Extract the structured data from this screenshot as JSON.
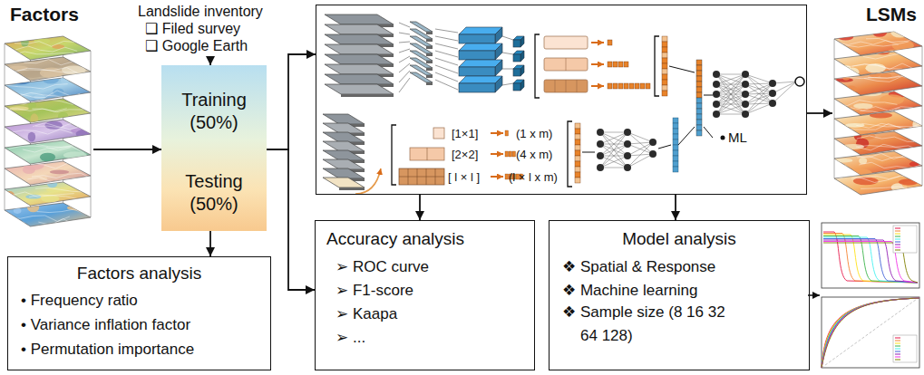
{
  "diagram": {
    "nodes": [
      {
        "text": [
          "Factors"
        ]
      },
      {
        "text": [
          "Landslide inventory",
          "❑ Filed survey",
          "❑ Google Earth"
        ]
      },
      {
        "text": [
          "Training (50%)",
          "Testing (50%)"
        ]
      },
      {
        "text": [
          "[1×1]",
          "(1 x m)",
          "[2×2]",
          "(4 x m)",
          "[ l × l ]",
          "(l × l x m)",
          "ML"
        ]
      },
      {
        "text": [
          "LSMs"
        ]
      },
      {
        "text": [
          "Factors analysis",
          "• Frequency ratio",
          "• Variance inflation factor",
          "• Permutation importance"
        ]
      },
      {
        "text": [
          "Accuracy analysis",
          "➢ ROC curve",
          "➢ F1-score",
          "➢ Kaapa",
          "➢ ..."
        ]
      },
      {
        "text": [
          "Model analysis",
          "❖ Spatial & Response",
          "❖ Machine learning",
          "❖ Sample size (8 16 32 64 128)"
        ]
      }
    ],
    "edges": [
      {
        "from": 0,
        "to": 2,
        "arrow": "to"
      },
      {
        "from": 1,
        "to": 2,
        "arrow": "to"
      },
      {
        "from": 2,
        "to": 5,
        "arrow": "to"
      },
      {
        "from": 2,
        "to": 3,
        "arrow": "to"
      },
      {
        "from": 2,
        "to": 6,
        "arrow": "to"
      },
      {
        "from": 3,
        "to": 6,
        "arrow": "to"
      },
      {
        "from": 3,
        "to": 7,
        "arrow": "to"
      },
      {
        "from": 3,
        "to": 4,
        "arrow": "to"
      }
    ]
  }
}
